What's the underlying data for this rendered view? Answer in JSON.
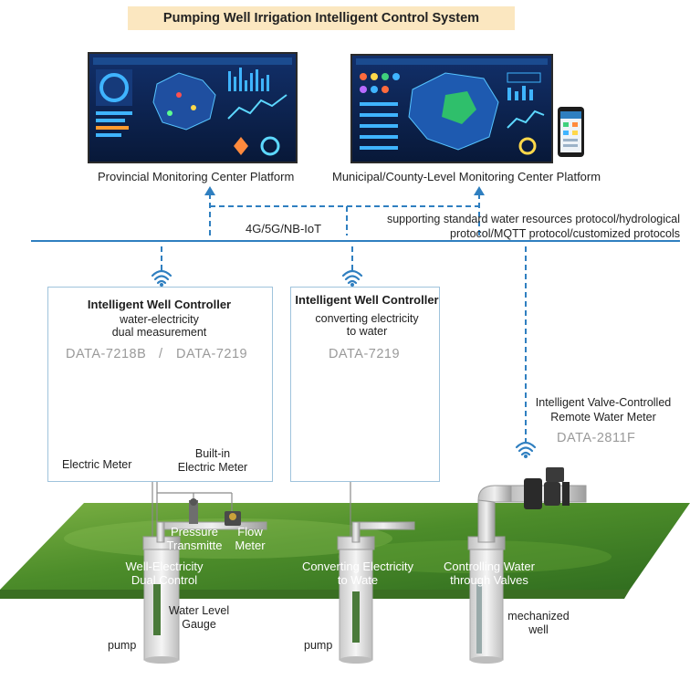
{
  "title": "Pumping Well Irrigation Intelligent Control System",
  "platforms": {
    "provincial": "Provincial Monitoring Center Platform",
    "municipal": "Municipal/County-Level Monitoring Center Platform"
  },
  "network": {
    "label": "4G/5G/NB-IoT",
    "protocols_line1": "supporting standard water resources protocol/hydrological",
    "protocols_line2": "protocol/MQTT protocol/customized protocols"
  },
  "controller_left": {
    "title": "Intelligent Well Controller",
    "subtitle_line1": "water-electricity",
    "subtitle_line2": "dual measurement",
    "model_a": "DATA-7218B",
    "separator": "/",
    "model_b": "DATA-7219",
    "device_a_label": "Electric Meter",
    "device_b_label_line1": "Built-in",
    "device_b_label_line2": "Electric Meter"
  },
  "controller_middle": {
    "title": "Intelligent Well Controller",
    "subtitle_line1": "converting electricity",
    "subtitle_line2": "to water",
    "model": "DATA-7219"
  },
  "valve": {
    "title_line1": "Intelligent Valve-Controlled",
    "title_line2": "Remote Water Meter",
    "model": "DATA-2811F"
  },
  "ground": {
    "pressure_line1": "Pressure",
    "pressure_line2": "Transmitte",
    "flow_line1": "Flow",
    "flow_line2": "Meter",
    "well_elec_line1": "Well-Electricity",
    "well_elec_line2": "Dual Control",
    "converting_line1": "Converting Electricity",
    "converting_line2": "to Wate",
    "controlling_line1": "Controlling Water",
    "controlling_line2": "through Valves"
  },
  "underground": {
    "water_level_line1": "Water Level",
    "water_level_line2": "Gauge",
    "pump_left": "pump",
    "pump_middle": "pump",
    "mech_line1": "mechanized",
    "mech_line2": "well"
  },
  "colors": {
    "accent_blue": "#2f7fc0",
    "title_bg": "#fbe7c0",
    "screen_dark": "#0c1e4a",
    "grass": "#4f8f2c"
  }
}
